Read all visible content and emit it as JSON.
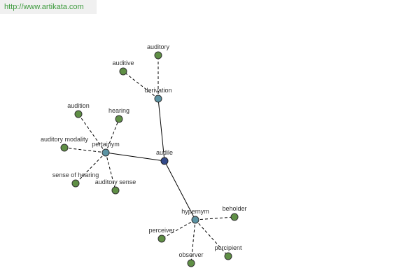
{
  "header": {
    "url": "http://www.artikata.com"
  },
  "graph": {
    "center": {
      "id": "audile",
      "label": "audile"
    },
    "relations": [
      {
        "id": "derivation",
        "label": "derivation",
        "words": [
          "auditory",
          "auditive"
        ]
      },
      {
        "id": "pertainym",
        "label": "pertainym",
        "words": [
          "audition",
          "hearing",
          "auditory modality",
          "sense of hearing",
          "auditory sense"
        ]
      },
      {
        "id": "hypernym",
        "label": "hypernym",
        "words": [
          "beholder",
          "perceiver",
          "percipient",
          "observer"
        ]
      }
    ]
  },
  "colors": {
    "center": "#334a8a",
    "relation": "#5b93a3",
    "word": "#5f8f45",
    "banner_text": "#3c9a3c"
  }
}
